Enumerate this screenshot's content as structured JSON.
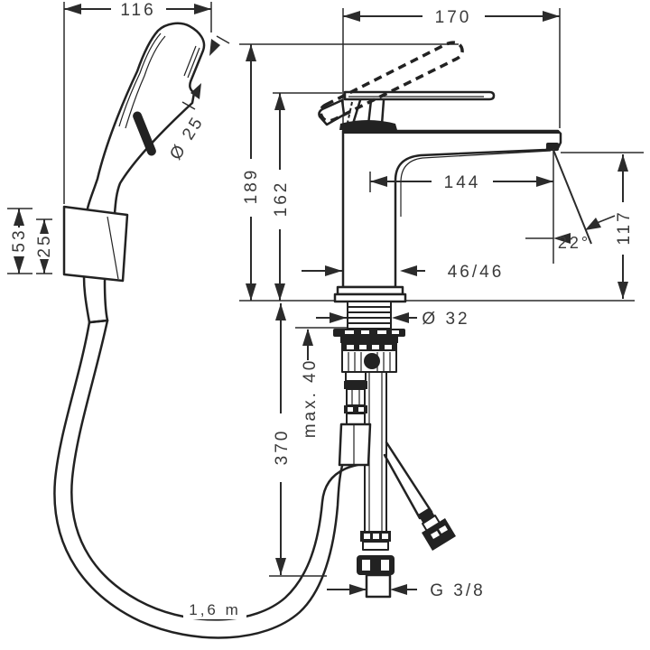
{
  "meta": {
    "background_color": "#ffffff",
    "line_color": "#2b2b2b",
    "text_color": "#3a3a3a",
    "figure": "faucet-with-handshower-technical-dimension-drawing"
  },
  "labels": {
    "hand_shower_width": "116",
    "overall_depth": "170",
    "height_to_open_lever": "189",
    "height_to_lever": "162",
    "spout_reach": "144",
    "spout_height": "117",
    "spout_angle": "22°",
    "bracket_height": "53",
    "bracket_inner": "25",
    "hand_shower_diameter": "Ø 25",
    "body_section": "46/46",
    "shank_diameter": "Ø 32",
    "max_deck_thickness": "max. 40",
    "below_deck_length": "370",
    "hose_length": "1,6 m",
    "connection_thread": "G 3/8"
  }
}
